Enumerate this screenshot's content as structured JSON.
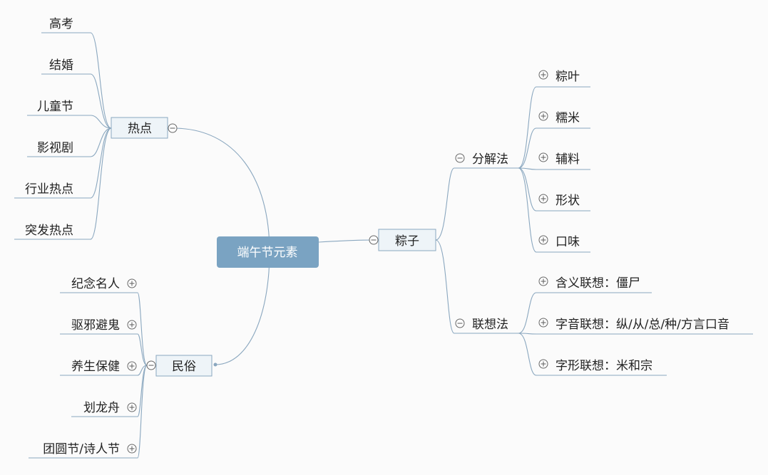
{
  "root": {
    "label": "端午节元素"
  },
  "topics": {
    "hotspot": {
      "label": "热点",
      "children": [
        "高考",
        "结婚",
        "儿童节",
        "影视剧",
        "行业热点",
        "突发热点"
      ]
    },
    "custom": {
      "label": "民俗",
      "children": [
        "纪念名人",
        "驱邪避鬼",
        "养生保健",
        "划龙舟",
        "团圆节/诗人节"
      ]
    },
    "zongzi": {
      "label": "粽子",
      "subtopics": [
        {
          "label": "分解法",
          "children": [
            "粽叶",
            "糯米",
            "辅料",
            "形状",
            "口味"
          ]
        },
        {
          "label": "联想法",
          "children": [
            "含义联想：僵尸",
            "字音联想：纵/从/总/种/方言口音",
            "字形联想：米和宗"
          ]
        }
      ]
    }
  }
}
